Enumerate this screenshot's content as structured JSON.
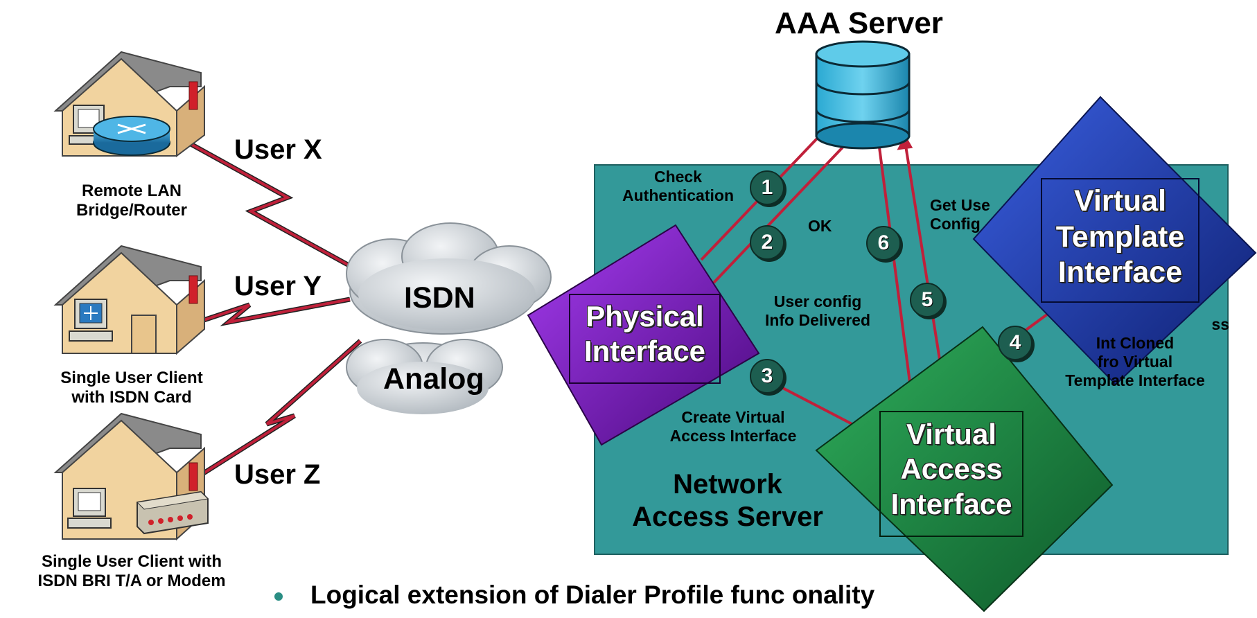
{
  "title": "AAA Server",
  "users": {
    "x": "User X",
    "y": "User Y",
    "z": "User Z"
  },
  "houses": {
    "lan_line1": "Remote LAN",
    "lan_line2": "Bridge/Router",
    "isdn_card_line1": "Single User Client",
    "isdn_card_line2": "with ISDN Card",
    "bri_line1": "Single User Client with",
    "bri_line2": "ISDN BRI T/A or Modem"
  },
  "clouds": {
    "isdn": "ISDN",
    "analog": "Analog"
  },
  "nas": {
    "line1": "Network",
    "line2": "Access Server"
  },
  "interfaces": {
    "physical_line1": "Physical",
    "physical_line2": "Interface",
    "template_line1": "Virtual",
    "template_line2": "Template",
    "template_line3": "Interface",
    "access_line1": "Virtual",
    "access_line2": "Access",
    "access_line3": "Interface"
  },
  "steps": {
    "s1": "1",
    "s2": "2",
    "s3": "3",
    "s4": "4",
    "s5": "5",
    "s6": "6"
  },
  "step_labels": {
    "check_line1": "Check",
    "check_line2": "Authentication",
    "ok": "OK",
    "get_line1": "Get Use",
    "get_line2": "Config",
    "delivered_line1": "User config",
    "delivered_line2": "Info Delivered",
    "create_line1": "Create Virtual",
    "create_line2": "Access Interface",
    "cloned_line1": "ss",
    "cloned_line2": "Int Cloned",
    "cloned_line3": "fro Virtual",
    "cloned_line4": "Template Interface"
  },
  "bullet": "Logical extension of Dialer Profile func onality",
  "colors": {
    "nas_fill": "#339999",
    "link_red": "#c0203a",
    "physical": "#7a19b8",
    "template": "#1f3fb0",
    "access": "#1f8a45",
    "server": "#1ea3cc",
    "house_wall": "#f1d39f",
    "house_roof": "#8a8a8a"
  }
}
